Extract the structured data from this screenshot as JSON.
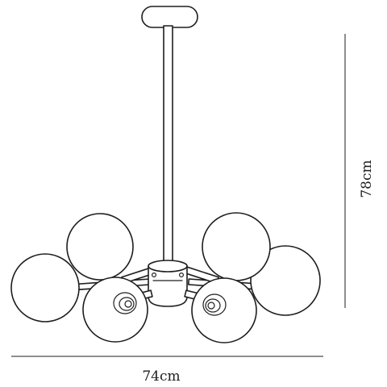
{
  "dimensions": {
    "width_label": "74cm",
    "height_label": "78cm"
  },
  "fixture": {
    "arm_count": 6,
    "shade_type": "globe"
  }
}
